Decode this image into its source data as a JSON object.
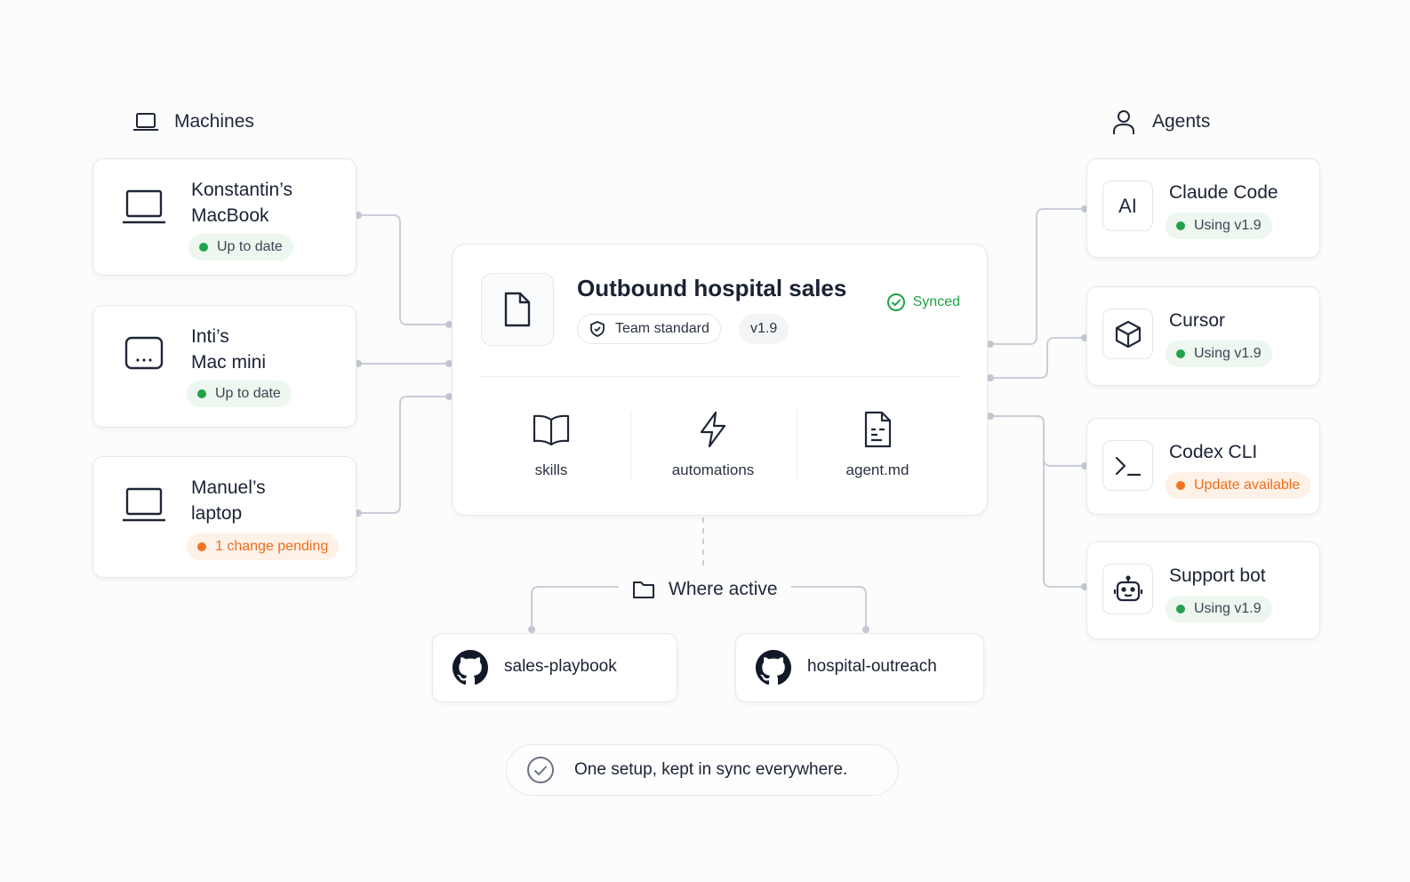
{
  "machines": {
    "header": "Machines",
    "items": [
      {
        "name": "Konstantin’s MacBook",
        "line1": "Konstantin’s",
        "line2": "MacBook",
        "status": "Up to date",
        "status_kind": "ok",
        "icon": "laptop-icon"
      },
      {
        "name": "Inti’s Mac mini",
        "line1": "Inti’s",
        "line2": "Mac mini",
        "status": "Up to date",
        "status_kind": "ok",
        "icon": "mac-mini-icon"
      },
      {
        "name": "Manuel’s laptop",
        "line1": "Manuel’s",
        "line2": "laptop",
        "status": "1 change pending",
        "status_kind": "warn",
        "icon": "laptop-icon"
      }
    ]
  },
  "agents": {
    "header": "Agents",
    "items": [
      {
        "name": "Claude Code",
        "status": "Using v1.9",
        "status_kind": "ok",
        "icon": "ai-icon",
        "icon_text": "AI"
      },
      {
        "name": "Cursor",
        "status": "Using v1.9",
        "status_kind": "ok",
        "icon": "cube-icon"
      },
      {
        "name": "Codex CLI",
        "status": "Update available",
        "status_kind": "warn",
        "icon": "terminal-icon"
      },
      {
        "name": "Support bot",
        "status": "Using v1.9",
        "status_kind": "ok",
        "icon": "robot-icon"
      }
    ]
  },
  "setup": {
    "title": "Outbound hospital sales",
    "sync_status": "Synced",
    "badge": "Team standard",
    "version": "v1.9",
    "features": [
      {
        "label": "skills",
        "icon": "book-icon"
      },
      {
        "label": "automations",
        "icon": "lightning-icon"
      },
      {
        "label": "agent.md",
        "icon": "document-icon"
      }
    ]
  },
  "where_active": {
    "label": "Where active",
    "repos": [
      {
        "name": "sales-playbook",
        "icon": "github-icon"
      },
      {
        "name": "hospital-outreach",
        "icon": "github-icon"
      }
    ]
  },
  "footer": {
    "text": "One setup, kept in sync everywhere."
  },
  "colors": {
    "ok": "#1fa34a",
    "warn": "#f27420",
    "ink": "#1a2233",
    "line": "#c9ced8"
  }
}
